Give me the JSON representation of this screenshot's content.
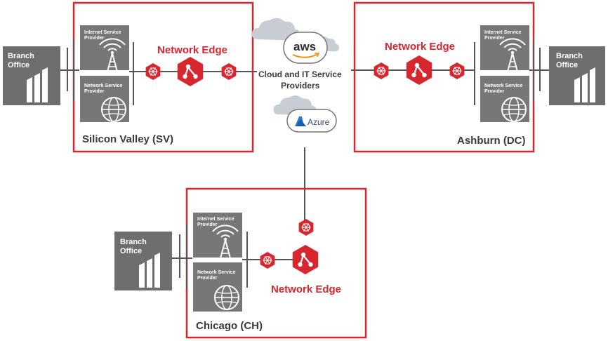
{
  "colors": {
    "accent": "#d8262f",
    "gray_dark": "#6e6e6e",
    "gray_mid": "#8a8a8a",
    "line": "#555555",
    "cloud": "#c8cdd4"
  },
  "regions": {
    "sv": {
      "name": "Silicon Valley (SV)",
      "edge_label": "Network Edge",
      "branch": [
        "Branch",
        "Office"
      ],
      "isp": [
        "Internet Service",
        "Provider"
      ],
      "nsp": [
        "Network Service",
        "Provider"
      ]
    },
    "dc": {
      "name": "Ashburn (DC)",
      "edge_label": "Network Edge",
      "branch": [
        "Branch",
        "Office"
      ],
      "isp": [
        "Internet Service",
        "Provider"
      ],
      "nsp": [
        "Network Service",
        "Provider"
      ]
    },
    "ch": {
      "name": "Chicago (CH)",
      "edge_label": "Network Edge",
      "branch": [
        "Branch",
        "Office"
      ],
      "isp": [
        "Internet Service",
        "Provider"
      ],
      "nsp": [
        "Network Service",
        "Provider"
      ]
    }
  },
  "cloud": {
    "label_line1": "Cloud and IT Service",
    "label_line2": "Providers",
    "aws": "aws",
    "azure": "Azure"
  },
  "icons": [
    "building-icon",
    "tower-icon",
    "globe-icon",
    "router-icon",
    "network-hub-icon",
    "cloud-icon",
    "aws-logo",
    "azure-logo"
  ]
}
